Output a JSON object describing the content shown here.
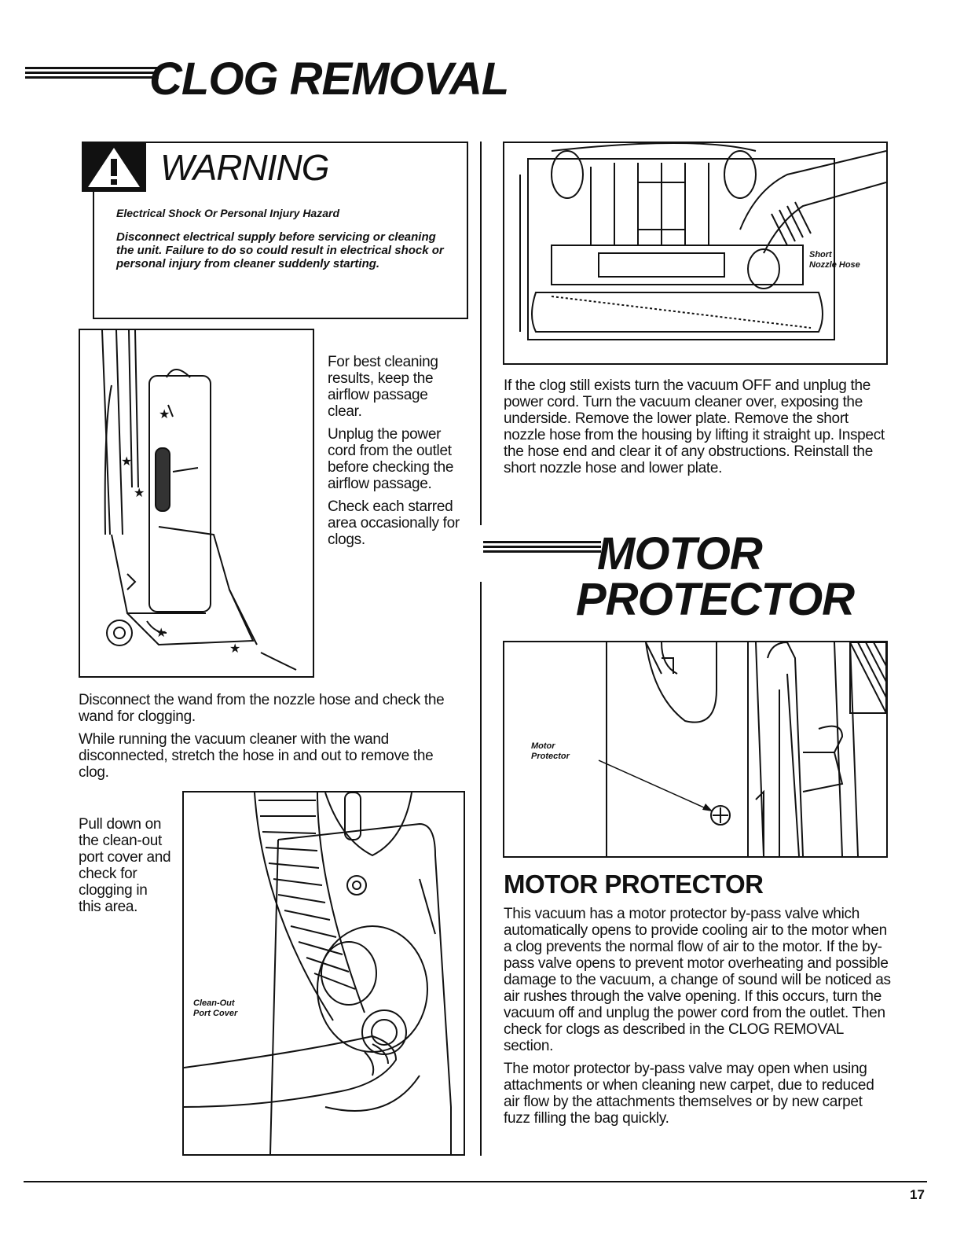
{
  "page": {
    "title": "CLOG REMOVAL",
    "page_number": "17"
  },
  "warning": {
    "icon": "warning-triangle-icon",
    "heading": "WARNING",
    "subheading": "Electrical Shock Or Personal Injury Hazard",
    "text": "Disconnect electrical supply before servicing or cleaning the unit. Failure to do so could result in electrical shock or personal injury from cleaner suddenly starting."
  },
  "airflow": {
    "p1": "For best cleaning results, keep the airflow passage clear.",
    "p2": "Unplug the power cord from the outlet before checking the airflow passage.",
    "p3": "Check each starred area occasionally for clogs."
  },
  "wand": {
    "p1": "Disconnect the wand from the nozzle hose and check the wand for clogging.",
    "p2": "While running the vacuum cleaner with the wand disconnected, stretch the hose in and out to remove the clog."
  },
  "cleanout": {
    "text": "Pull down on the clean-out port cover and check for clogging in this area.",
    "label_line1": "Clean-Out",
    "label_line2": "Port Cover"
  },
  "underside": {
    "label_line1": "Short",
    "label_line2": "Nozzle Hose",
    "text": "If the clog still exists turn the vacuum OFF and unplug the power cord. Turn the vacuum cleaner over, exposing the underside. Remove the lower plate. Remove the short nozzle hose from the housing by lifting it straight up. Inspect the hose end and clear it of any obstructions. Reinstall the short nozzle hose and lower plate."
  },
  "motor": {
    "title_line1": "MOTOR",
    "title_line2": "PROTECTOR",
    "label_line1": "Motor",
    "label_line2": "Protector",
    "heading": "MOTOR PROTECTOR",
    "p1": "This vacuum has a motor protector by-pass valve which automatically opens to provide cooling air to the motor when a clog prevents the normal flow of air to the motor. If the by-pass valve opens to prevent motor overheating and possible damage to the vacuum, a change of sound will be noticed as air rushes through the valve opening. If this occurs, turn the vacuum off and unplug the power cord from the outlet. Then check for clogs as described in the CLOG REMOVAL section.",
    "p2": "The motor protector by-pass valve may open when using attachments or when cleaning new carpet, due to reduced air flow by the attachments themselves or by new carpet fuzz filling the bag quickly."
  }
}
